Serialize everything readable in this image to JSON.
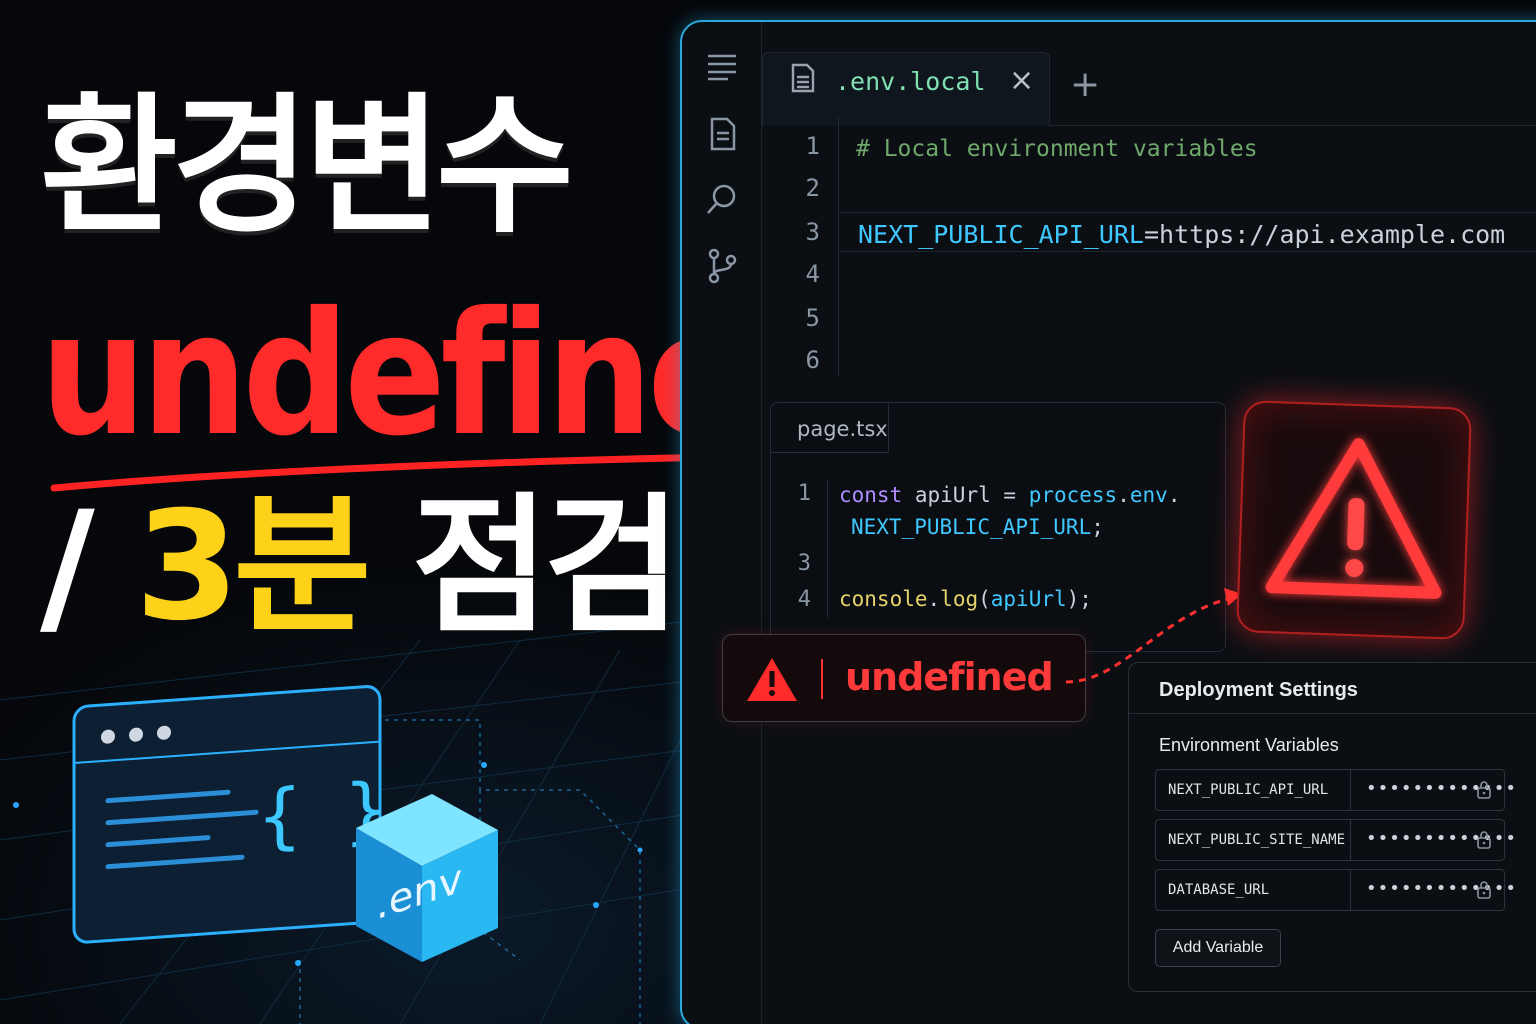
{
  "headline": {
    "line1": "환경변수",
    "line2": "undefined",
    "line3_slash": "/",
    "line3_minutes": "3분",
    "line3_check": "점검"
  },
  "editor": {
    "tab_label": ".env.local",
    "tab_close": "×",
    "tab_add": "+",
    "gutter": [
      "1",
      "2",
      "3",
      "4",
      "5",
      "6"
    ],
    "comment": "# Local environment variables",
    "env_key": "NEXT_PUBLIC_API_URL",
    "env_eq": "=",
    "env_value": "https://api.example.com"
  },
  "page_file": {
    "tab_label": "page.tsx",
    "gutter": [
      "1",
      "3",
      "4"
    ],
    "line1_kw": "const",
    "line1_id": "apiUrl",
    "line1_eq": "=",
    "line1_obj": "process",
    "line1_dot1": ".",
    "line1_env": "env",
    "line1_dot2": ".",
    "line2_prop": "NEXT_PUBLIC_API_URL",
    "line2_semi": ";",
    "line4_console": "console",
    "line4_dot": ".",
    "line4_log": "log",
    "line4_open": "(",
    "line4_arg": "apiUrl",
    "line4_close": ");"
  },
  "toast": {
    "text": "undefined"
  },
  "deployment": {
    "title": "Deployment Settings",
    "subtitle": "Environment Variables",
    "variables": [
      {
        "name": "NEXT_PUBLIC_API_URL",
        "value": "•••••••••••••"
      },
      {
        "name": "NEXT_PUBLIC_SITE_NAME",
        "value": "•••••••••••••"
      },
      {
        "name": "DATABASE_URL",
        "value": "•••••••••••••"
      }
    ],
    "add_button": "Add Variable"
  },
  "illustration": {
    "braces": "{ }",
    "cube_label": ".env"
  },
  "colors": {
    "accent_blue": "#2aa8d8",
    "error_red": "#ff2a2a",
    "highlight_yellow": "#ffd21a"
  }
}
